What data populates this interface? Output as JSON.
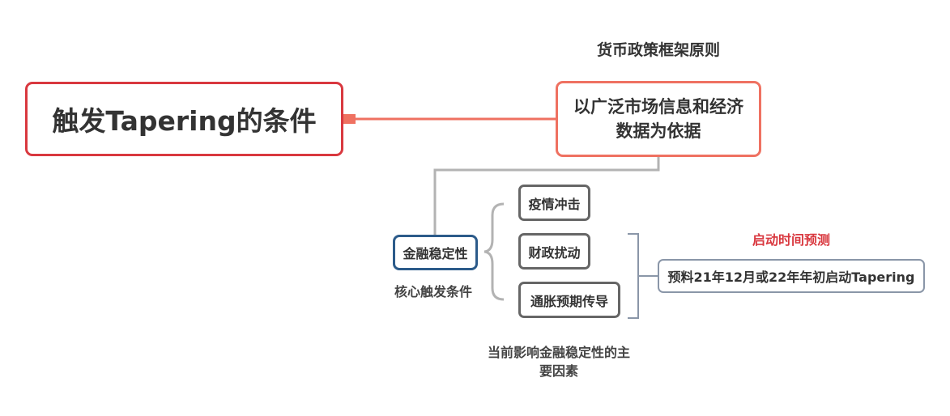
{
  "root": {
    "text": "触发Tapering的条件"
  },
  "main_topic": {
    "label": "货币政策框架原则",
    "text": "以广泛市场信息和经济数据为依据"
  },
  "core_topic": {
    "text": "金融稳定性",
    "label": "核心触发条件"
  },
  "factors": {
    "items": [
      "疫情冲击",
      "财政扰动",
      "通胀预期传导"
    ],
    "label": "当前影响金融稳定性的主要因素"
  },
  "forecast": {
    "label": "启动时间预测",
    "text": "预料21年12月或22年年初启动Tapering"
  },
  "colors": {
    "root_border": "#d9383f",
    "main_border": "#ef7161",
    "core_border": "#2c5b8a",
    "factor_border": "#666666",
    "forecast_label": "#d9383f"
  }
}
